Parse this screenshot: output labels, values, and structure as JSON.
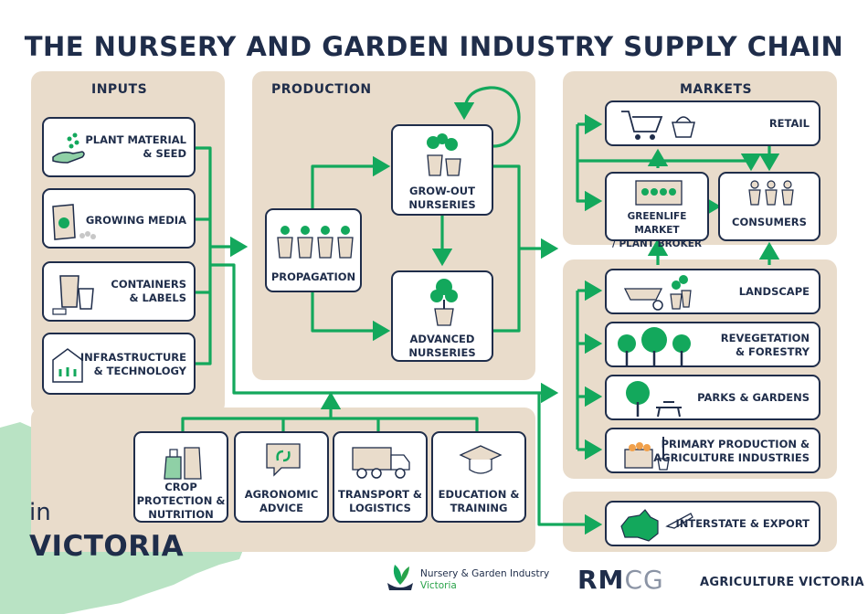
{
  "title": "THE NURSERY AND GARDEN INDUSTRY SUPPLY CHAIN",
  "sections": {
    "inputs": "INPUTS",
    "production": "PRODUCTION",
    "markets": "MARKETS"
  },
  "inputs": [
    {
      "line1": "PLANT MATERIAL",
      "line2": "& SEED"
    },
    {
      "line1": "GROWING MEDIA",
      "line2": ""
    },
    {
      "line1": "CONTAINERS",
      "line2": "& LABELS"
    },
    {
      "line1": "INFRASTRUCTURE",
      "line2": "& TECHNOLOGY"
    }
  ],
  "production": {
    "propagation": "PROPAGATION",
    "growout": {
      "line1": "GROW-OUT",
      "line2": "NURSERIES"
    },
    "advanced": {
      "line1": "ADVANCED",
      "line2": "NURSERIES"
    }
  },
  "services": [
    {
      "line1": "CROP",
      "line2": "PROTECTION &",
      "line3": "NUTRITION"
    },
    {
      "line1": "AGRONOMIC",
      "line2": "ADVICE"
    },
    {
      "line1": "TRANSPORT &",
      "line2": "LOGISTICS"
    },
    {
      "line1": "EDUCATION &",
      "line2": "TRAINING"
    }
  ],
  "markets": {
    "retail": "RETAIL",
    "greenlife": {
      "line1": "GREENLIFE MARKET",
      "line2": "/ PLANT BROKER"
    },
    "consumers": "CONSUMERS",
    "landscape": "LANDSCAPE",
    "revegetation": {
      "line1": "REVEGETATION",
      "line2": "& FORESTRY"
    },
    "parks": "PARKS & GARDENS",
    "primary": {
      "line1": "PRIMARY PRODUCTION &",
      "line2": "AGRICULTURE INDUSTRIES"
    },
    "interstate": "INTERSTATE & EXPORT"
  },
  "region": {
    "prefix": "in",
    "name": "VICTORIA"
  },
  "logos": {
    "ngiv_line1": "Nursery & Garden Industry",
    "ngiv_line2": "Victoria",
    "rmcg_a": "RM",
    "rmcg_b": "CG",
    "agvic": "AGRICULTURE VICTORIA"
  },
  "colors": {
    "navy": "#1f2d4a",
    "green": "#13a85c",
    "panel": "#e9dccb",
    "map": "#b9e3c4"
  }
}
